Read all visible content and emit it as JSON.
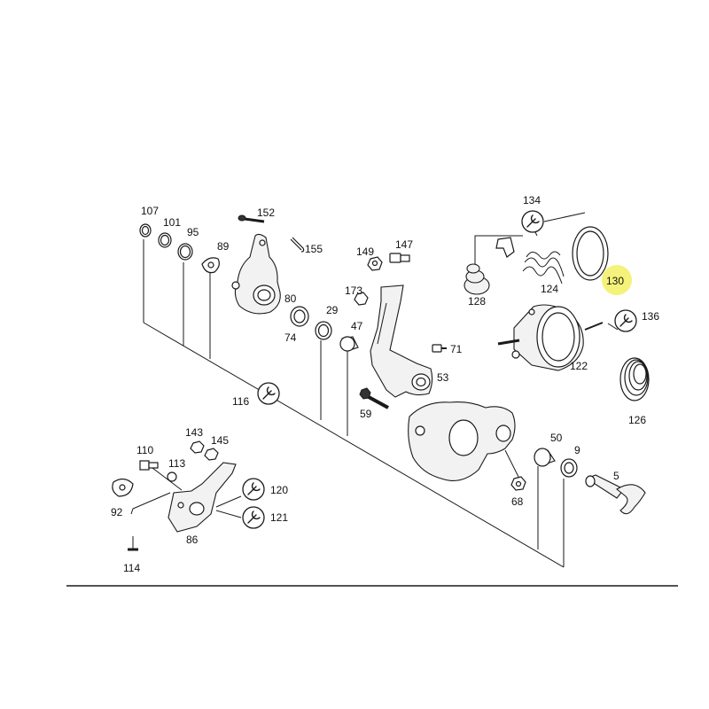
{
  "labels": {
    "l107": "107",
    "l101": "101",
    "l95": "95",
    "l89": "89",
    "l152": "152",
    "l155": "155",
    "l149": "149",
    "l147": "147",
    "l173": "173",
    "l80": "80",
    "l74": "74",
    "l29": "29",
    "l47": "47",
    "l71": "71",
    "l53": "53",
    "l116": "116",
    "l59": "59",
    "l134": "134",
    "l124": "124",
    "l128": "128",
    "l130": "130",
    "l136": "136",
    "l122": "122",
    "l126": "126",
    "l143": "143",
    "l145": "145",
    "l110": "110",
    "l113": "113",
    "l92": "92",
    "l86": "86",
    "l120": "120",
    "l121": "121",
    "l114": "114",
    "l50": "50",
    "l9": "9",
    "l5": "5",
    "l68": "68"
  },
  "highlight": {
    "part": "130",
    "color": "#f4f27a"
  },
  "icons": [
    "wrench-icon"
  ]
}
